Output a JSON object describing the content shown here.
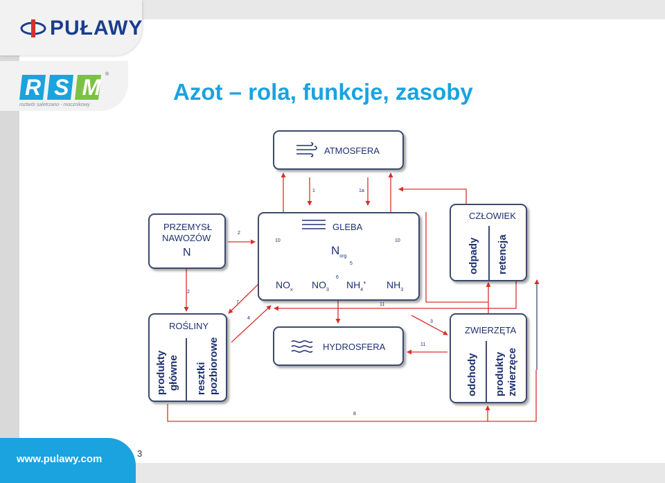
{
  "brand": {
    "name": "PUŁAWY",
    "rsm": "RSM",
    "rsm_tagline": "roztwór saletrzano - mocznikowy",
    "registered": "®"
  },
  "title": "Azot – rola, funkcje, zasoby",
  "footer": {
    "website": "www.pulawy.com",
    "page_number": "3"
  },
  "diagram": {
    "atmosfera": "ATMOSFERA",
    "gleba": "GLEBA",
    "norg": "N",
    "norg_sub": "org",
    "nox": "NO",
    "nox_sub": "x",
    "no3": "NO",
    "no3_sub": "3",
    "nh4": "NH",
    "nh4_sub": "4",
    "nh4_sup": "+",
    "nh3": "NH",
    "nh3_sub": "3",
    "przemysl_line1": "PRZEMYSŁ",
    "przemysl_line2": "NAWOZÓW",
    "przemysl_line3": "N",
    "czlowiek": "CZŁOWIEK",
    "odpady": "odpady",
    "retencja": "retencja",
    "rosliny": "ROŚLINY",
    "produkty_glowne_1": "produkty",
    "produkty_glowne_2": "główne",
    "resztki_1": "resztki",
    "resztki_2": "pozbiorowe",
    "hydrosfera": "HYDROSFERA",
    "zwierzeta": "ZWIERZĘTA",
    "odchody": "odchody",
    "produkty_zw_1": "produkty",
    "produkty_zw_2": "zwierzęce",
    "n1": "1",
    "n1a": "1a",
    "n2a": "2",
    "n2b": "2",
    "n3": "3",
    "n4": "4",
    "n5": "5",
    "n6": "6",
    "n7": "7",
    "n8": "8",
    "n10a": "10",
    "n10b": "10",
    "n11a": "11",
    "n11b": "11"
  },
  "colors": {
    "accent": "#1aa3df",
    "navy": "#1d3070",
    "arrow": "#d9302a",
    "brand_blue": "#1a3d8f"
  }
}
